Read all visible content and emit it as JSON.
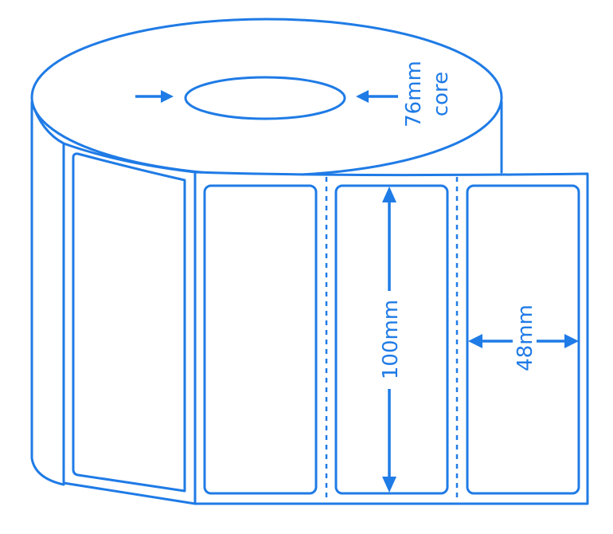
{
  "colors": {
    "accent": "#1f7be6",
    "background": "#ffffff"
  },
  "labels": {
    "core_size": "76mm",
    "core_word": "core",
    "label_height": "100mm",
    "label_width": "48mm"
  }
}
